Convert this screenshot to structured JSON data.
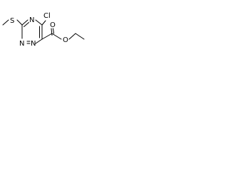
{
  "molecule": {
    "atoms": {
      "s": "S",
      "n4": "N",
      "n2": "N",
      "n1": "N",
      "cl": "Cl",
      "o_carbonyl": "O",
      "o_ester": "O"
    }
  }
}
